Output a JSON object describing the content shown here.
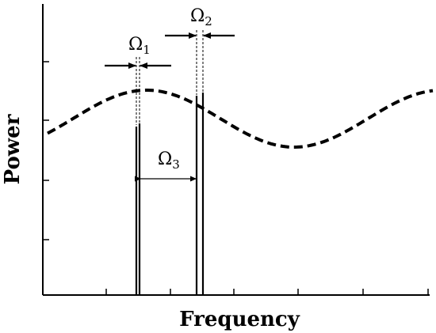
{
  "axes": {
    "xlabel": "Frequency",
    "ylabel": "Power"
  },
  "annotations": {
    "omega1": "Ω",
    "omega1_sub": "1",
    "omega2": "Ω",
    "omega2_sub": "2",
    "omega3": "Ω",
    "omega3_sub": "3"
  },
  "colors": {
    "line": "#000000",
    "background": "#ffffff"
  }
}
